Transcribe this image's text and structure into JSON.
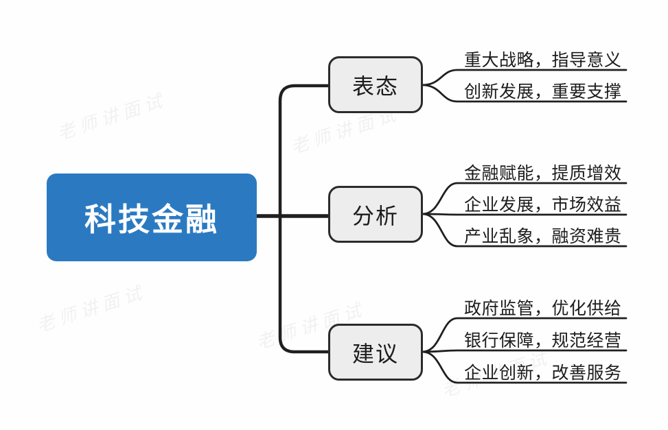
{
  "root": {
    "label": "科技金融"
  },
  "branches": [
    {
      "label": "表态",
      "leaves": [
        "重大战略，指导意义",
        "创新发展，重要支撑"
      ]
    },
    {
      "label": "分析",
      "leaves": [
        "金融赋能，提质增效",
        "企业发展，市场效益",
        "产业乱象，融资难贵"
      ]
    },
    {
      "label": "建议",
      "leaves": [
        "政府监管，优化供给",
        "银行保障，规范经营",
        "企业创新，改善服务"
      ]
    }
  ],
  "watermark": {
    "text": "老师讲面试"
  },
  "colors": {
    "root_bg": "#2b7ac1",
    "root_text": "#ffffff",
    "branch_bg": "#ededed",
    "branch_border": "#2b2b2b",
    "connector_line": "#1f1f1f",
    "leaf_text": "#1c1c1c"
  }
}
